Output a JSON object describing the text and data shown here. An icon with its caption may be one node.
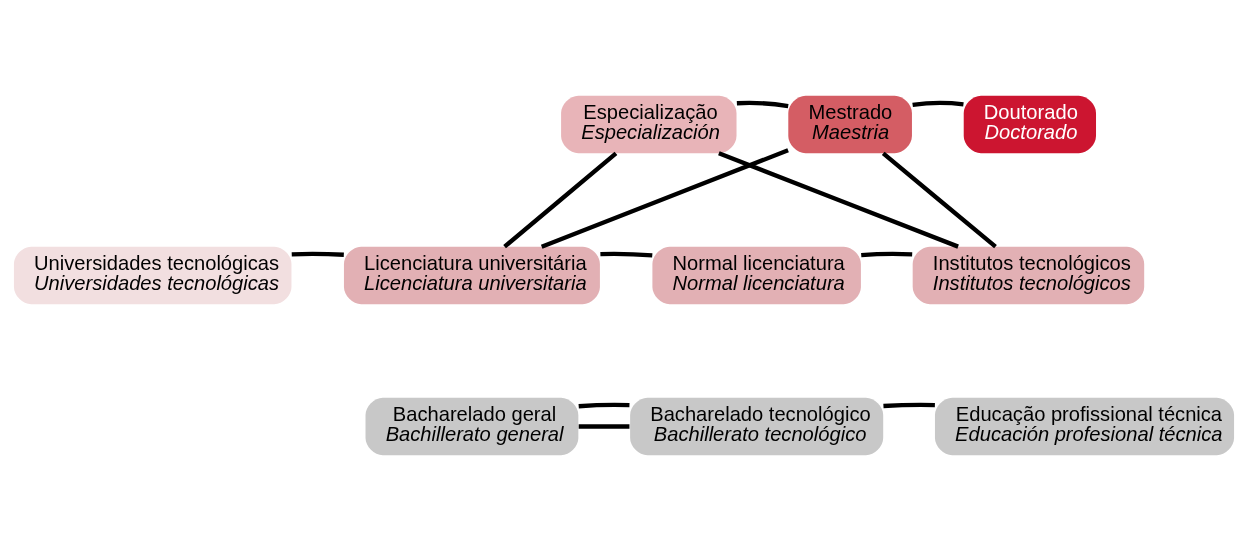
{
  "diagram": {
    "nodes": [
      {
        "text": [
          "Especialização",
          "Especialización"
        ]
      },
      {
        "text": [
          "Mestrado",
          "Maestria"
        ]
      },
      {
        "text": [
          "Doutorado",
          "Doctorado"
        ]
      },
      {
        "text": [
          "Universidades tecnológicas",
          "Universidades tecnológicas"
        ]
      },
      {
        "text": [
          "Licenciatura universitária",
          "Licenciatura universitaria"
        ]
      },
      {
        "text": [
          "Normal licenciatura",
          "Normal licenciatura"
        ]
      },
      {
        "text": [
          "Institutos tecnológicos",
          "Institutos tecnológicos"
        ]
      },
      {
        "text": [
          "Bacharelado geral",
          "Bachillerato general"
        ]
      },
      {
        "text": [
          "Bacharelado tecnológico",
          "Bachillerato tecnológico"
        ]
      },
      {
        "text": [
          "Educação profissional técnica",
          "Educación profesional técnica"
        ]
      }
    ],
    "edges": [
      {
        "from": 0,
        "to": 1,
        "arrow": "none"
      },
      {
        "from": 1,
        "to": 2,
        "arrow": "none"
      },
      {
        "from": 0,
        "to": 4,
        "arrow": "none"
      },
      {
        "from": 1,
        "to": 4,
        "arrow": "none"
      },
      {
        "from": 0,
        "to": 6,
        "arrow": "none"
      },
      {
        "from": 1,
        "to": 6,
        "arrow": "none"
      },
      {
        "from": 3,
        "to": 4,
        "arrow": "none"
      },
      {
        "from": 4,
        "to": 5,
        "arrow": "none"
      },
      {
        "from": 5,
        "to": 6,
        "arrow": "none"
      },
      {
        "from": 7,
        "to": 8,
        "arrow": "none"
      },
      {
        "from": 7,
        "to": 8,
        "arrow": "none"
      },
      {
        "from": 8,
        "to": 9,
        "arrow": "none"
      }
    ]
  }
}
